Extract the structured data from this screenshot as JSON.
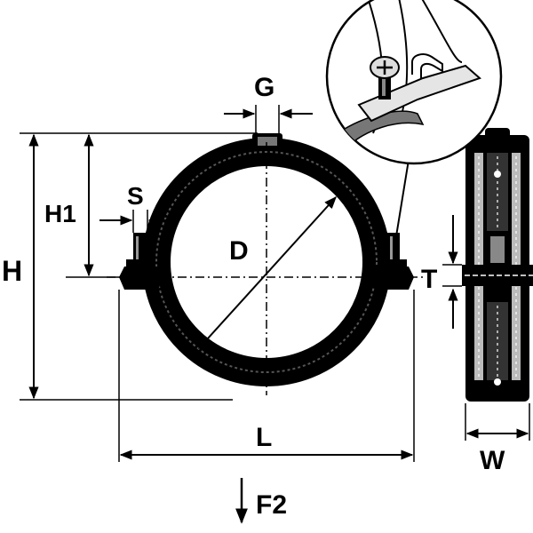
{
  "colors": {
    "ink": "#000000",
    "paper": "#ffffff",
    "shade": "#555555",
    "light": "#d8d8d8"
  },
  "labels": {
    "G": "G",
    "S": "S",
    "H1": "H1",
    "H": "H",
    "D": "D",
    "T": "T",
    "L": "L",
    "W": "W",
    "F2": "F2"
  },
  "icons": {
    "detail": "screw-detail-icon",
    "arrow": "arrow-icon"
  }
}
